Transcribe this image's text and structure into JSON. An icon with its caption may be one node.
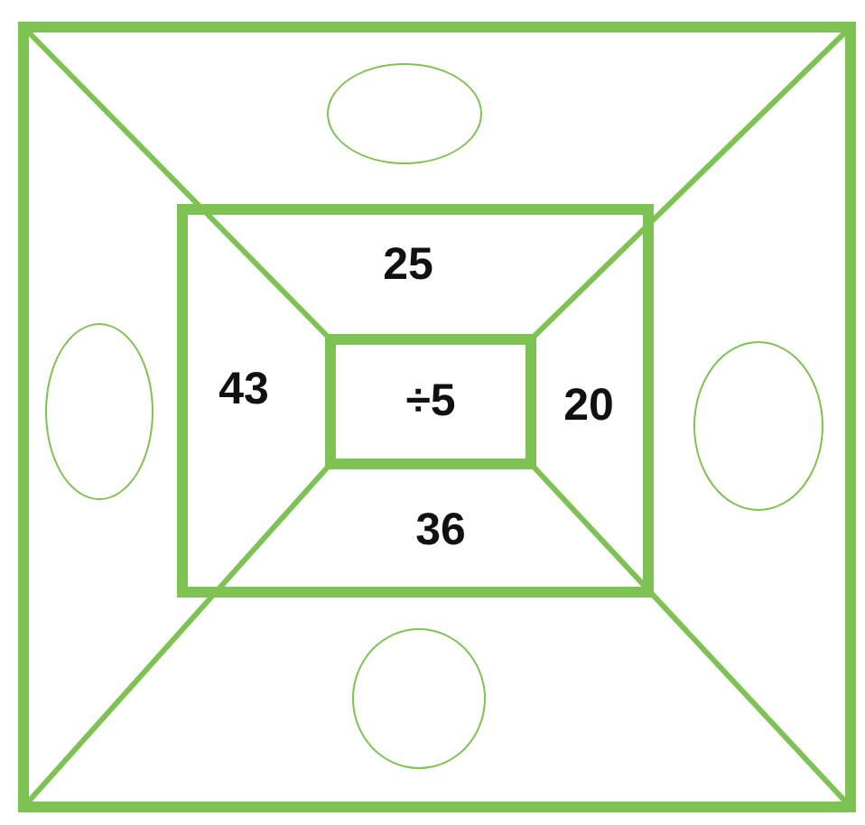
{
  "diagram": {
    "nodes": [
      {
        "text": [],
        "shape": "box"
      },
      {
        "text": [],
        "shape": "box",
        "in": 0
      },
      {
        "text": [
          "÷5"
        ],
        "in": 1
      },
      {
        "text": [],
        "shape": "ellipse",
        "in": 0
      },
      {
        "text": [],
        "shape": "ellipse",
        "in": 0
      },
      {
        "text": [],
        "shape": "ellipse",
        "in": 0
      },
      {
        "text": [],
        "shape": "ellipse",
        "in": 0
      }
    ],
    "labels": [
      "25",
      "43",
      "20",
      "36"
    ]
  }
}
